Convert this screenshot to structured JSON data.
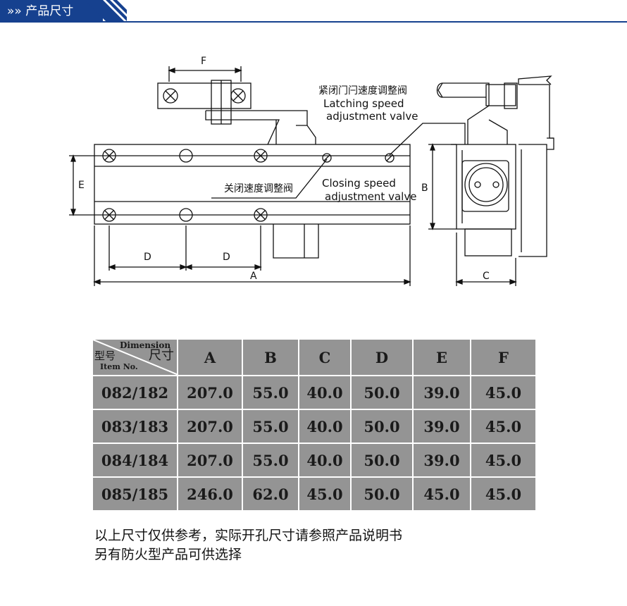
{
  "header": {
    "title": "»» 产品尺寸",
    "accent_color": "#16418f"
  },
  "diagram": {
    "labels": {
      "f": "F",
      "e": "E",
      "d1": "D",
      "d2": "D",
      "a": "A",
      "b": "B",
      "c": "C"
    },
    "callouts": {
      "latching_cn": "紧闭门闩速度调整阀",
      "latching_en_1": "Latching speed",
      "latching_en_2": "adjustment valve",
      "closing_cn": "关闭速度调整阀",
      "closing_en_1": "Closing speed",
      "closing_en_2": "adjustment valve"
    }
  },
  "table": {
    "corner": {
      "dimension": "Dimension",
      "dimension_cn": "尺寸",
      "item_cn": "型号",
      "item_no": "Item No."
    },
    "headers": [
      "A",
      "B",
      "C",
      "D",
      "E",
      "F"
    ],
    "rows": [
      {
        "item": "082/182",
        "values": [
          "207.0",
          "55.0",
          "40.0",
          "50.0",
          "39.0",
          "45.0"
        ]
      },
      {
        "item": "083/183",
        "values": [
          "207.0",
          "55.0",
          "40.0",
          "50.0",
          "39.0",
          "45.0"
        ]
      },
      {
        "item": "084/184",
        "values": [
          "207.0",
          "55.0",
          "40.0",
          "50.0",
          "39.0",
          "45.0"
        ]
      },
      {
        "item": "085/185",
        "values": [
          "246.0",
          "62.0",
          "45.0",
          "50.0",
          "45.0",
          "45.0"
        ]
      }
    ]
  },
  "notes": {
    "line1": "以上尺寸仅供参考，实际开孔尺寸请参照产品说明书",
    "line2": "另有防火型产品可供选择"
  }
}
